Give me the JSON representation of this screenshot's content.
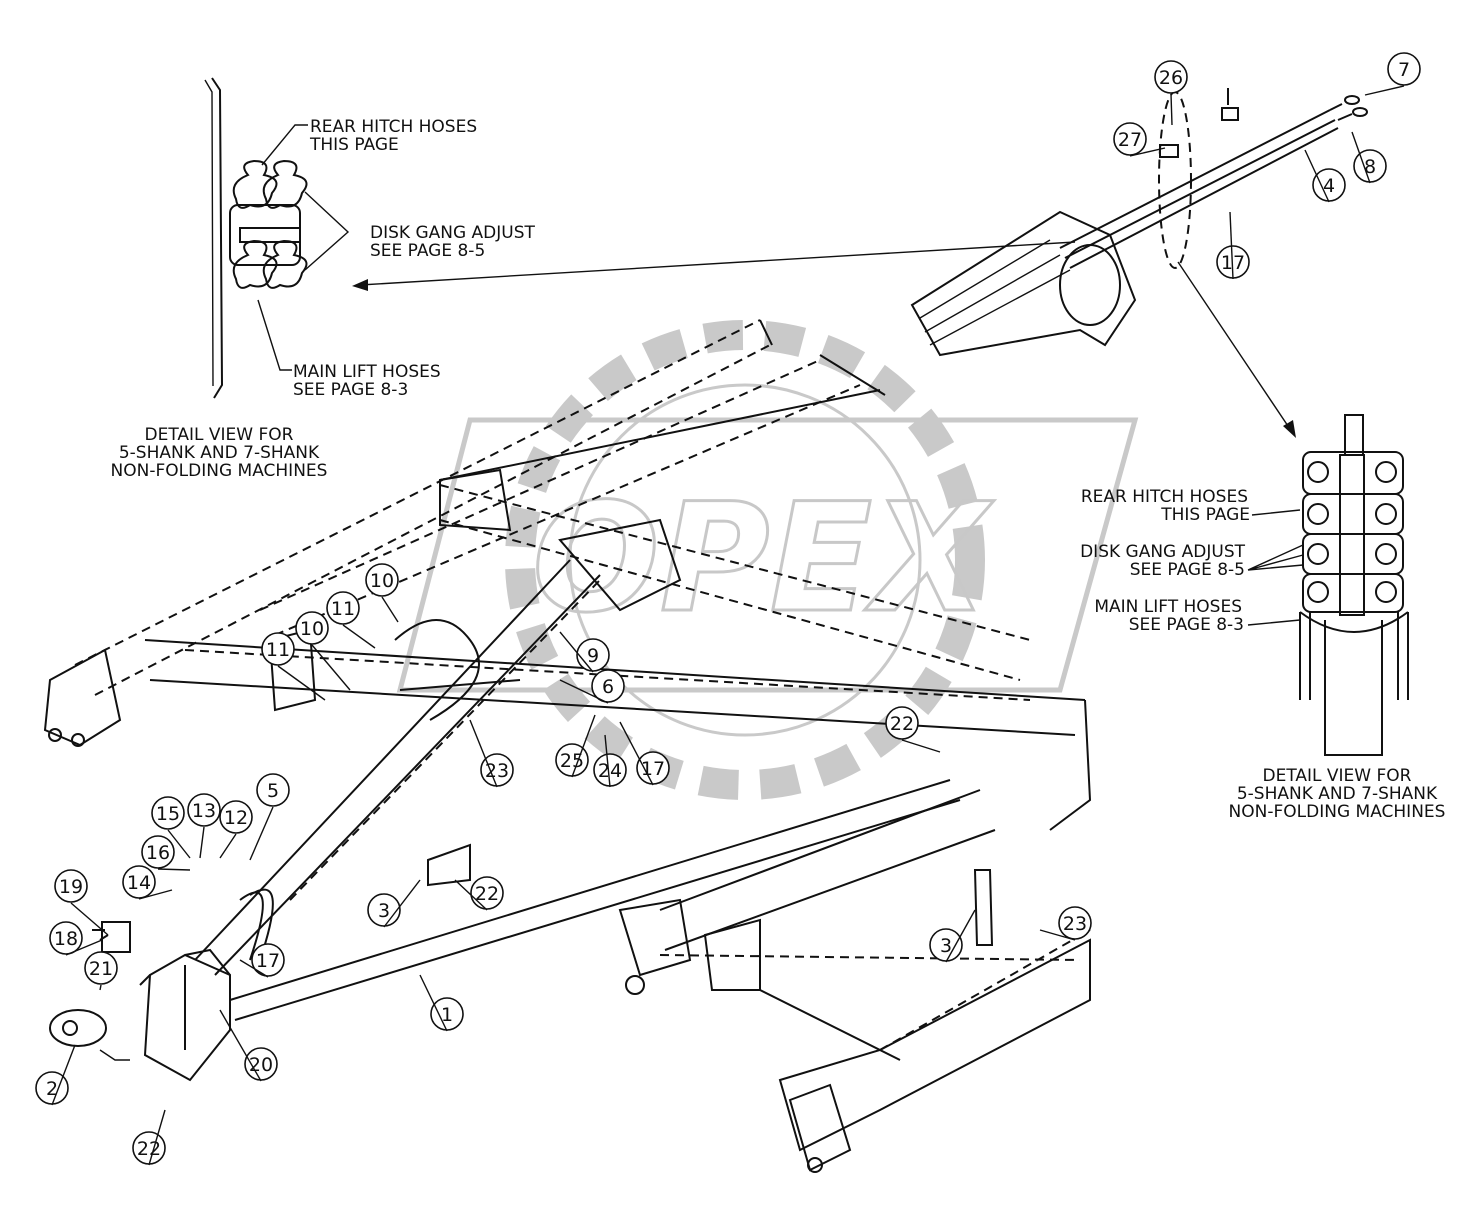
{
  "watermark": {
    "text": "OPEX",
    "color": "#c8c8c8"
  },
  "left_detail": {
    "rear_hitch_line1": "REAR HITCH HOSES",
    "rear_hitch_line2": "THIS PAGE",
    "disk_gang_line1": "DISK GANG ADJUST",
    "disk_gang_line2": "SEE PAGE 8-5",
    "main_lift_line1": "MAIN LIFT HOSES",
    "main_lift_line2": "SEE PAGE 8-3",
    "caption_line1": "DETAIL VIEW FOR",
    "caption_line2": "5-SHANK AND 7-SHANK",
    "caption_line3": "NON-FOLDING MACHINES"
  },
  "right_detail": {
    "rear_hitch_line1": "REAR HITCH HOSES",
    "rear_hitch_line2": "THIS PAGE",
    "disk_gang_line1": "DISK GANG ADJUST",
    "disk_gang_line2": "SEE PAGE 8-5",
    "main_lift_line1": "MAIN LIFT HOSES",
    "main_lift_line2": "SEE PAGE 8-3",
    "caption_line1": "DETAIL VIEW FOR",
    "caption_line2": "5-SHANK AND 7-SHANK",
    "caption_line3": "NON-FOLDING MACHINES"
  },
  "callouts": [
    "26",
    "7",
    "27",
    "8",
    "4",
    "17",
    "10",
    "11",
    "10",
    "11",
    "9",
    "6",
    "22",
    "23",
    "25",
    "24",
    "17",
    "5",
    "15",
    "13",
    "12",
    "16",
    "14",
    "19",
    "18",
    "21",
    "3",
    "22",
    "17",
    "1",
    "20",
    "2",
    "22",
    "3",
    "23"
  ]
}
